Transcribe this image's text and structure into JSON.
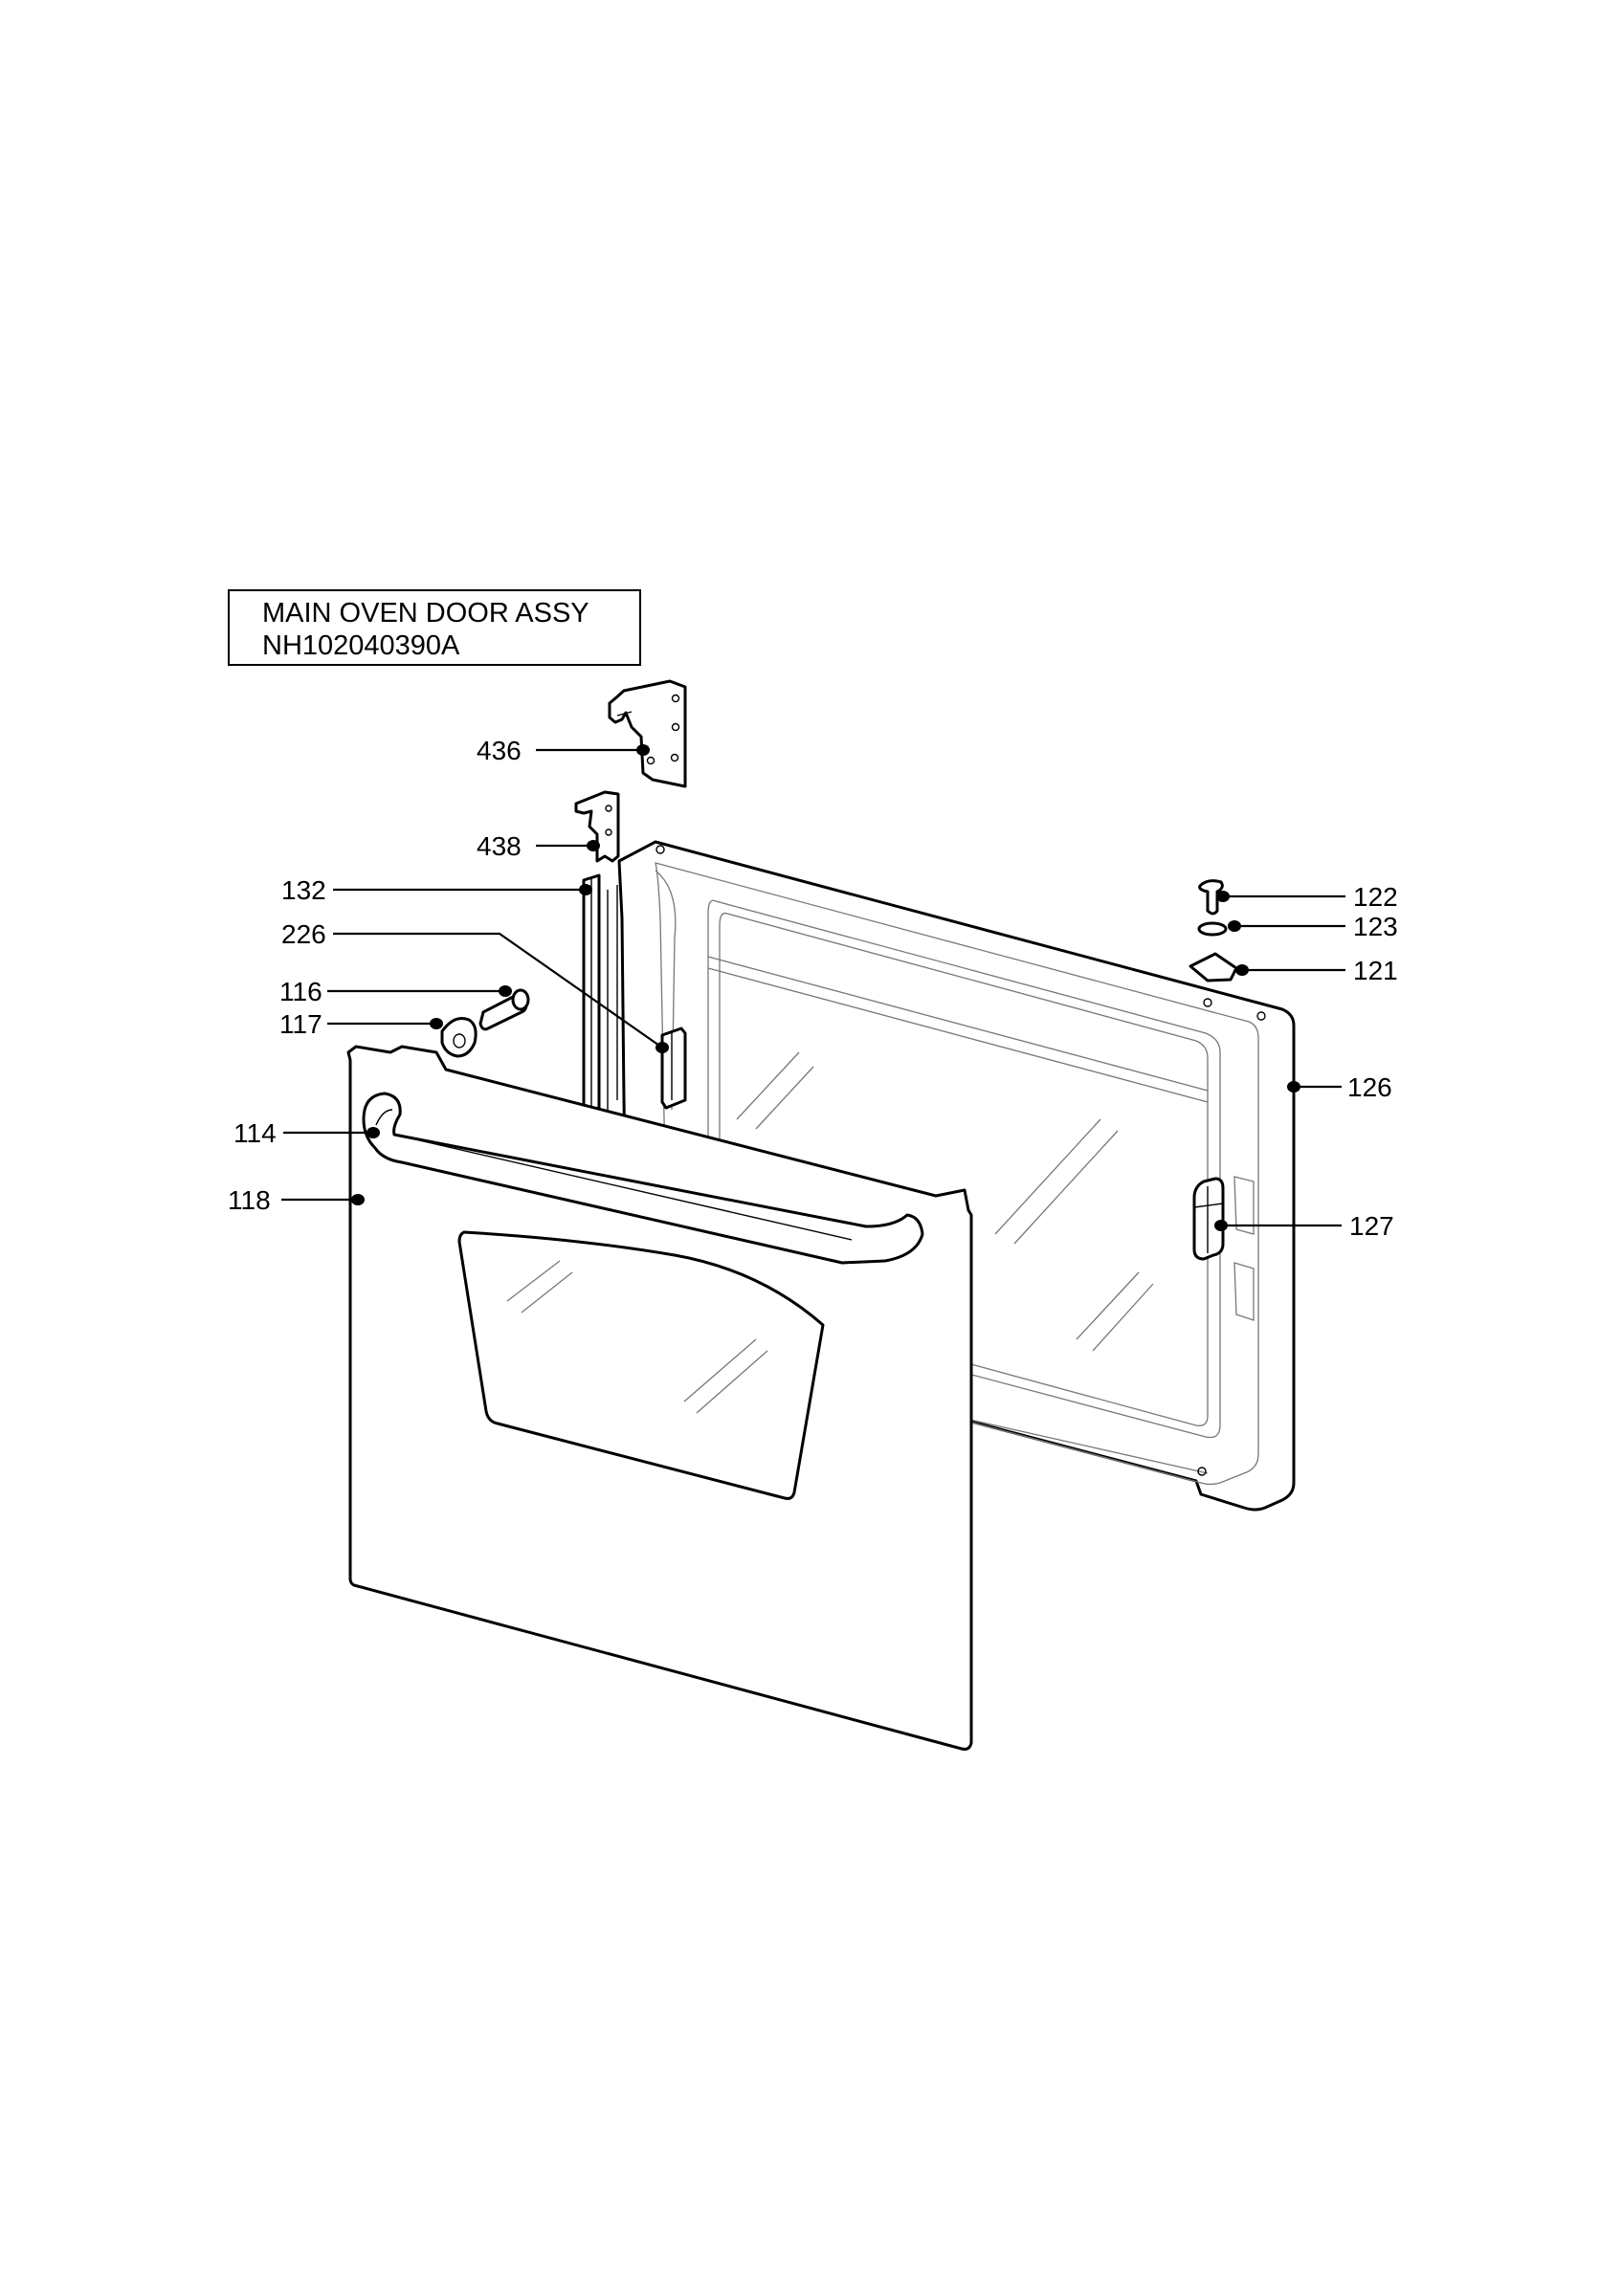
{
  "title": {
    "line1": "MAIN OVEN DOOR ASSY",
    "line2": "NH102040390A"
  },
  "callouts": [
    {
      "id": "436",
      "label": "436"
    },
    {
      "id": "438",
      "label": "438"
    },
    {
      "id": "132",
      "label": "132"
    },
    {
      "id": "226",
      "label": "226"
    },
    {
      "id": "116",
      "label": "116"
    },
    {
      "id": "117",
      "label": "117"
    },
    {
      "id": "114",
      "label": "114"
    },
    {
      "id": "118",
      "label": "118"
    },
    {
      "id": "122",
      "label": "122"
    },
    {
      "id": "123",
      "label": "123"
    },
    {
      "id": "121",
      "label": "121"
    },
    {
      "id": "126",
      "label": "126"
    },
    {
      "id": "127",
      "label": "127"
    }
  ]
}
